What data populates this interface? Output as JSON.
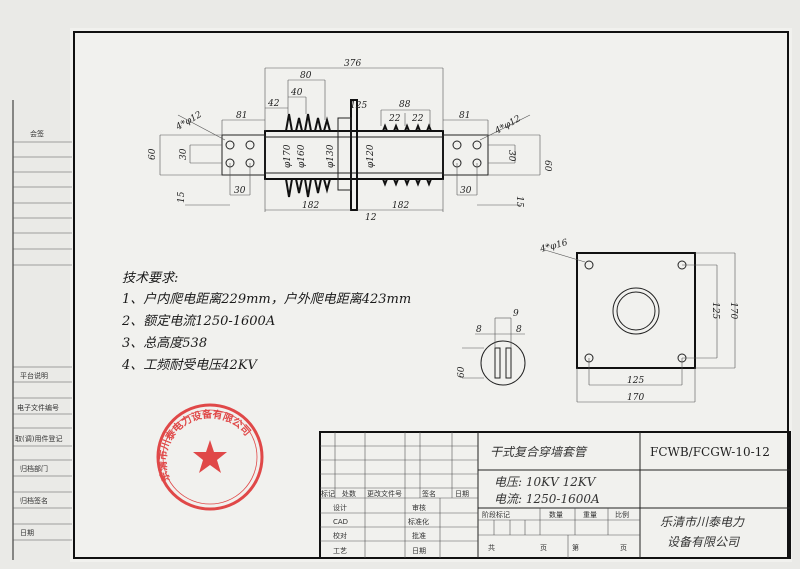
{
  "sidebar": {
    "top_label": "会签",
    "labels": [
      "平台说明",
      "电子文件编号",
      "取(调)用件登记",
      "归档部门",
      "归档签名",
      "日期"
    ]
  },
  "main_view": {
    "dims": {
      "overall": "376",
      "fins_pitch": "80",
      "fin_gap": "40",
      "fin_first": "42",
      "flange": "125",
      "out_pitch": "88",
      "out_a": "22",
      "out_b": "22",
      "left_plate": "81",
      "right_plate": "81",
      "left_holes": "4*φ12",
      "right_holes": "4*φ12",
      "h60_l": "60",
      "h30_l": "30",
      "b30_l": "30",
      "b15_l": "15",
      "h60_r": "60",
      "h30_r": "30",
      "b30_r": "30",
      "b15_r": "15",
      "d170": "φ170",
      "d160": "φ160",
      "d130": "φ130",
      "d120": "φ120",
      "len_l": "182",
      "len_r": "182",
      "flange_t": "12"
    }
  },
  "requirements": {
    "title": "技术要求:",
    "items": [
      "1、户内爬电距离229mm，户外爬电距离423mm",
      "2、额定电流1250-1600A",
      "3、总高度538",
      "4、工频耐受电压42KV"
    ]
  },
  "terminal_view": {
    "d9": "9",
    "d8a": "8",
    "d8b": "8",
    "d60": "60"
  },
  "flange_view": {
    "holes": "4*φ16",
    "w125": "125",
    "w170": "170",
    "h125": "125",
    "h170": "170"
  },
  "stamp": {
    "text": "乐清市川泰电力设备有限公司"
  },
  "title_block": {
    "headers": [
      "标记",
      "处数",
      "更改文件号",
      "签名",
      "日期"
    ],
    "roles_left": [
      "设计",
      "CAD",
      "校对",
      "工艺"
    ],
    "roles_right": [
      "审核",
      "标准化",
      "批准",
      "日期"
    ],
    "product_name": "干式复合穿墙套管",
    "voltage": "电压: 10KV   12KV",
    "current": "电流: 1250-1600A",
    "stage_cols": [
      "阶段标记",
      "数量",
      "重量",
      "比例"
    ],
    "sheet_total": "共",
    "sheet_page": "页",
    "sheet_no": "第",
    "sheet_page2": "页",
    "model": "FCWB/FCGW-10-12",
    "company_line1": "乐清市川泰电力",
    "company_line2": "设备有限公司"
  }
}
